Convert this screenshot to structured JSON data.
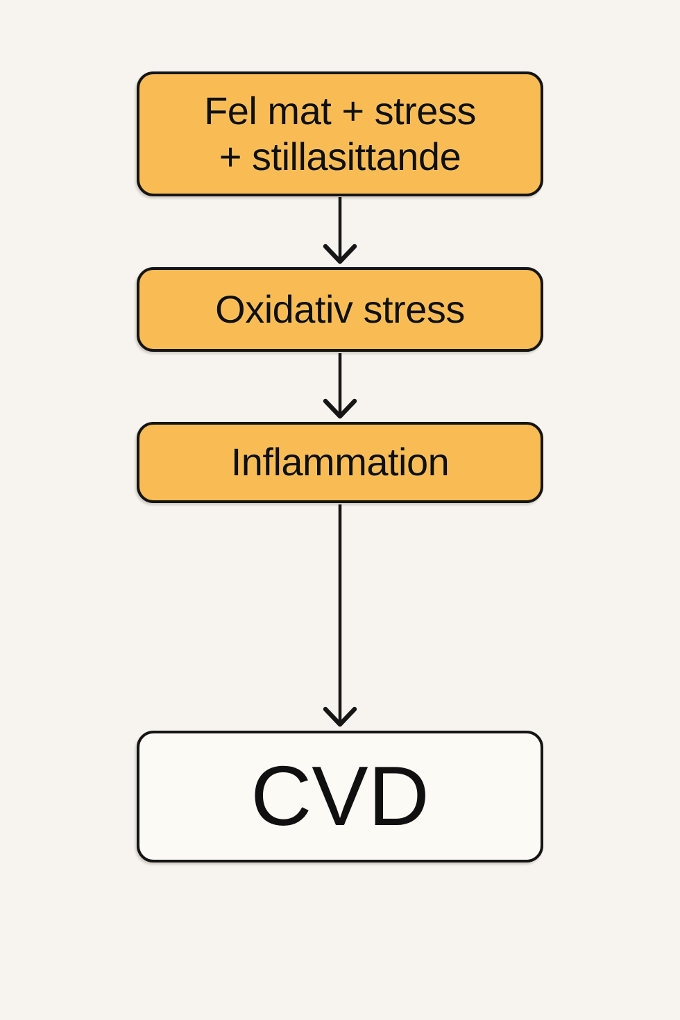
{
  "diagram": {
    "type": "flowchart",
    "direction": "top-down",
    "nodes": [
      {
        "id": "causes",
        "label": "Fel mat + stress + stillasittande",
        "lines": [
          "Fel mat + stress",
          "+ stillasittande"
        ],
        "fill": "#F9BC55",
        "border": "#151515"
      },
      {
        "id": "oxidative-stress",
        "label": "Oxidativ stress",
        "fill": "#F9BC55",
        "border": "#151515"
      },
      {
        "id": "inflammation",
        "label": "Inflammation",
        "fill": "#F9BC55",
        "border": "#151515"
      },
      {
        "id": "cvd",
        "label": "CVD",
        "fill": "#FCFAF5",
        "border": "#151515"
      }
    ],
    "edges": [
      {
        "from": "causes",
        "to": "oxidative-stress",
        "style": "arrow-down"
      },
      {
        "from": "oxidative-stress",
        "to": "inflammation",
        "style": "arrow-down"
      },
      {
        "from": "inflammation",
        "to": "cvd",
        "style": "arrow-down"
      }
    ]
  },
  "colors": {
    "background": "#F7F4EF",
    "node_orange": "#F9BC55",
    "node_white": "#FCFAF5",
    "stroke": "#161616",
    "text": "#101010"
  }
}
